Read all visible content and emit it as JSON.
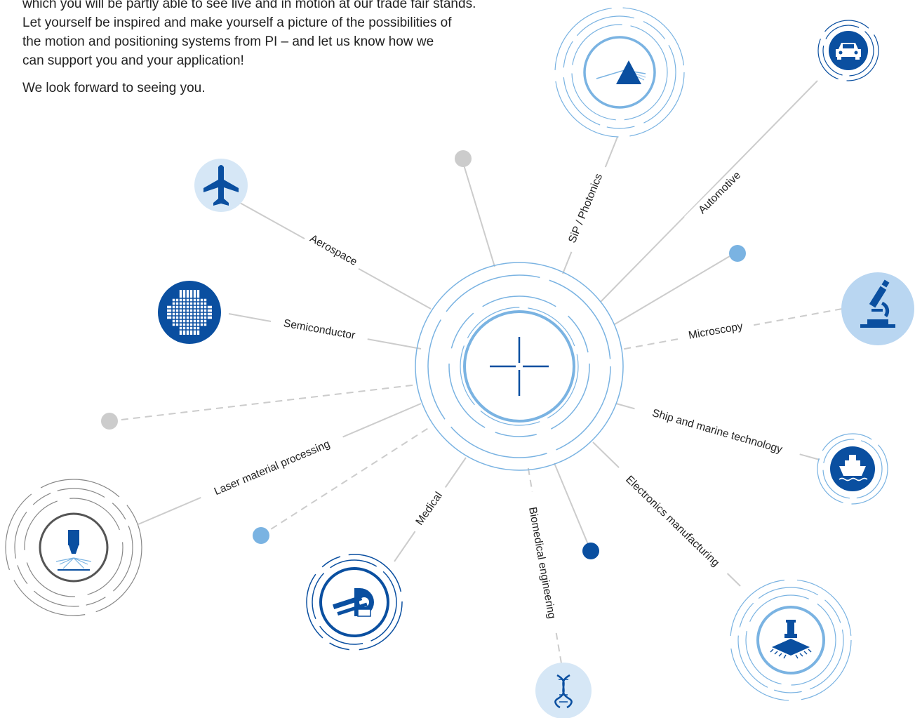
{
  "intro": {
    "line1": "which you will be partly able to see live and in motion at our trade fair stands.",
    "line2": "Let yourself be inspired and make yourself a picture of the possibilities of",
    "line3": "the motion and positioning systems from PI – and let us know how we",
    "line4": "can support you and your application!",
    "closing": "We look forward to seeing you."
  },
  "diagram": {
    "labels": {
      "aerospace": "Aerospace",
      "semiconductor": "Semiconductor",
      "laser": "Laser material processing",
      "medical": "Medical",
      "biomedical": "Biomedical engineering",
      "electronics": "Electronics manufacturing",
      "ship": "Ship and marine technology",
      "microscopy": "Microscopy",
      "automotive": "Automotive",
      "photonics": "SiP / Photonics"
    }
  },
  "colors": {
    "dark_blue": "#0a4fa0",
    "light_blue": "#7ab3e2",
    "pale_blue": "#d6e7f6",
    "gray": "#cccccc",
    "dark_gray": "#555555"
  },
  "icons": [
    "crosshair-icon",
    "airplane-icon",
    "wafer-icon",
    "laser-icon",
    "ct-scanner-icon",
    "dna-icon",
    "chip-machine-icon",
    "ship-icon",
    "microscope-icon",
    "car-icon",
    "prism-icon"
  ]
}
